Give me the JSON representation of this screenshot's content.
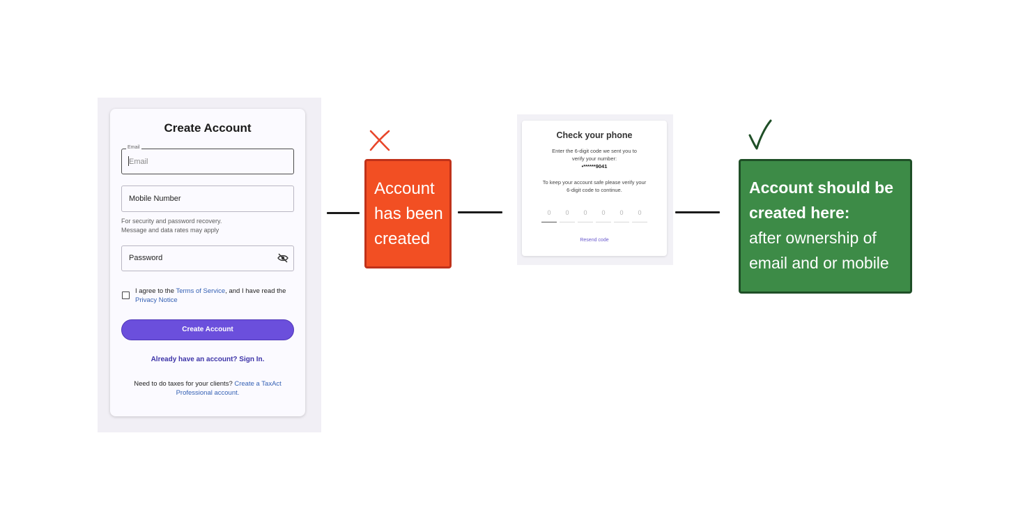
{
  "create_account": {
    "title": "Create Account",
    "email_label": "Email",
    "email_placeholder": "Email",
    "mobile_label": "Mobile Number",
    "help_line1": "For security and password recovery.",
    "help_line2": "Message and data rates may apply",
    "password_label": "Password",
    "agree_prefix": "I agree to the ",
    "terms_link": "Terms of Service",
    "agree_middle": ", and I have read the",
    "privacy_link": "Privacy Notice",
    "button_label": "Create Account",
    "signin_link": "Already have an account? Sign In.",
    "pro_prefix": "Need to do taxes for your clients? ",
    "pro_link": "Create a TaxAct Professional account."
  },
  "red_box": {
    "line1": "Account",
    "line2": "has been",
    "line3": "created",
    "mark": "x-mark",
    "color": "#f24f23"
  },
  "phone": {
    "title": "Check your phone",
    "line1": "Enter the 6-digit code we sent you to",
    "line2": "verify your number:",
    "number": "•******9041",
    "line3": "To keep your account safe please verify your",
    "line4": "6-digit code to continue.",
    "digits": [
      "0",
      "0",
      "0",
      "0",
      "0",
      "0"
    ],
    "resend": "Resend code"
  },
  "green_box": {
    "bold1": "Account should be",
    "bold2": "created here:",
    "line3": "after ownership of",
    "line4": "email and or mobile",
    "mark": "check-mark",
    "color": "#3d8b47"
  }
}
